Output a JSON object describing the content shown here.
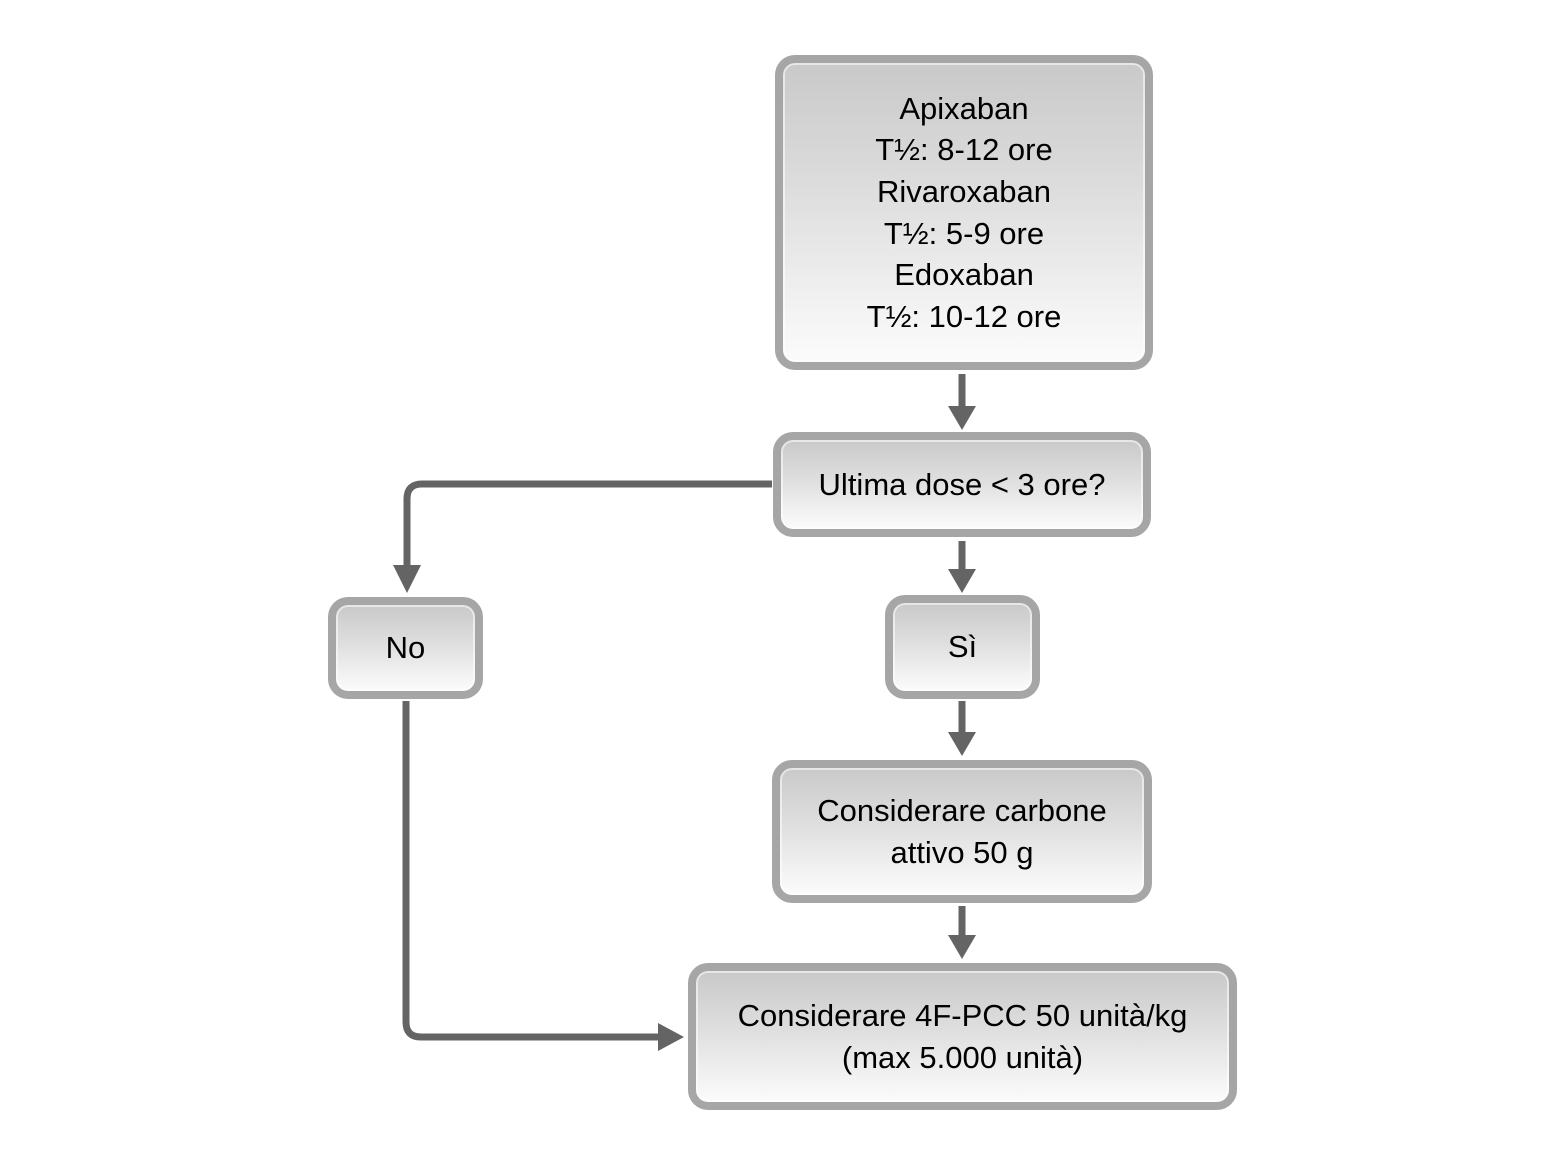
{
  "diagram": {
    "type": "flowchart",
    "nodes": {
      "drugs": {
        "text": "Apixaban\nT½: 8-12 ore\nRivaroxaban\nT½: 5-9 ore\nEdoxaban\nT½: 10-12 ore"
      },
      "question": {
        "text": "Ultima dose < 3 ore?"
      },
      "no": {
        "text": "No"
      },
      "yes": {
        "text": "Sì"
      },
      "charcoal": {
        "text": "Considerare carbone\nattivo 50 g"
      },
      "pcc": {
        "text": "Considerare 4F-PCC 50 unità/kg\n(max 5.000 unità)"
      }
    },
    "edges": [
      {
        "from": "drugs",
        "to": "question"
      },
      {
        "from": "question",
        "to": "no"
      },
      {
        "from": "question",
        "to": "yes"
      },
      {
        "from": "yes",
        "to": "charcoal"
      },
      {
        "from": "no",
        "to": "pcc"
      },
      {
        "from": "charcoal",
        "to": "pcc"
      }
    ],
    "colors": {
      "background": "#ffffff",
      "box_border": "#a6a6a6",
      "box_fill_top": "#c9c9c9",
      "box_fill_bottom": "#fbfbfb",
      "connector": "#646464",
      "text": "#000000"
    }
  }
}
